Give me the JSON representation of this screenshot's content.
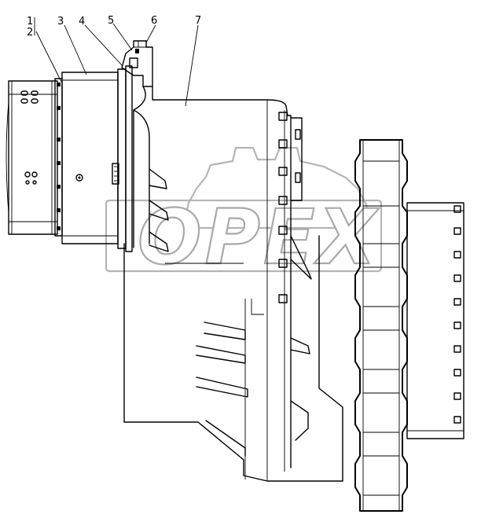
{
  "callouts": [
    {
      "id": "1",
      "label": "1"
    },
    {
      "id": "2",
      "label": "2"
    },
    {
      "id": "3",
      "label": "3"
    },
    {
      "id": "4",
      "label": "4"
    },
    {
      "id": "5",
      "label": "5"
    },
    {
      "id": "6",
      "label": "6"
    },
    {
      "id": "7",
      "label": "7"
    }
  ],
  "watermark": {
    "text": "OPEX"
  },
  "colors": {
    "line": "#000000",
    "watermark": "#a9a9a9",
    "background": "#ffffff"
  }
}
